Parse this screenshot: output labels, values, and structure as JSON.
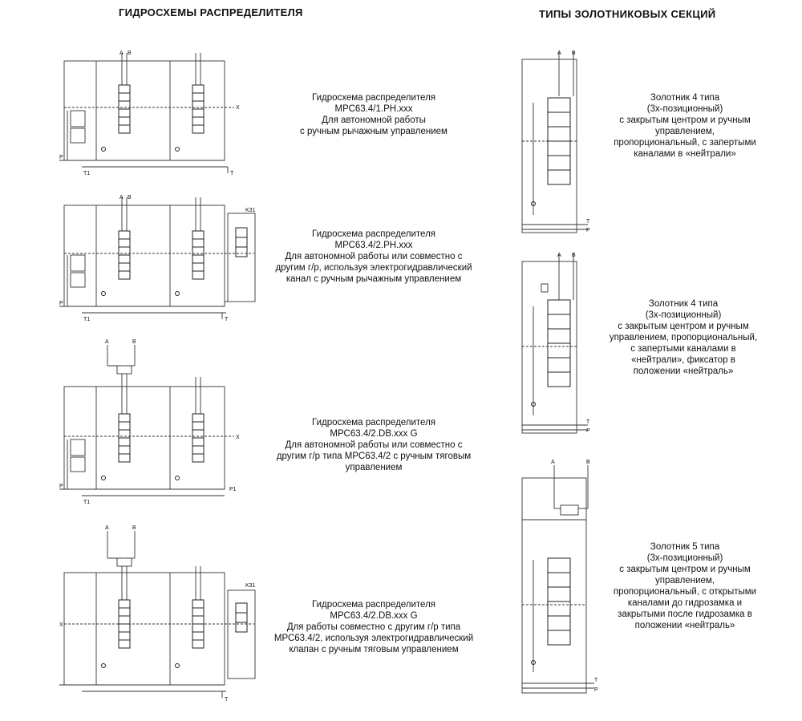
{
  "left_heading": "ГИДРОСХЕМЫ РАСПРЕДЕЛИТЕЛЯ",
  "right_heading": "ТИПЫ ЗОЛОТНИКОВЫХ СЕКЦИЙ",
  "ports": {
    "a": "A",
    "b": "B",
    "x": "X",
    "p": "P",
    "t": "T",
    "t1": "T1",
    "p1": "P1",
    "k31": "K31"
  },
  "schemes": [
    {
      "lines": [
        "Гидросхема распределителя",
        "МРС63.4/1.PH.xxx",
        "Для автономной работы",
        "с ручным рычажным управлением"
      ]
    },
    {
      "lines": [
        "Гидросхема распределителя",
        "МРС63.4/2.PH.xxx",
        "Для автономной работы или совместно с",
        "другим г/р, используя электрогидравлический",
        "канал с ручным рычажным управлением"
      ]
    },
    {
      "lines": [
        "Гидросхема распределителя",
        "МРС63.4/2.DB.xxx G",
        "Для автономной работы или совместно с",
        "другим г/р типа МРС63.4/2 с ручным тяговым",
        "управлением"
      ]
    },
    {
      "lines": [
        "Гидросхема распределителя",
        "МРС63.4/2.DB.xxx G",
        "Для работы совместно с другим г/р типа",
        "МРС63.4/2, используя электрогидравлический",
        "клапан с ручным тяговым управлением"
      ]
    }
  ],
  "spools": [
    {
      "lines": [
        "Золотник 4 типа",
        "(3х-позиционный)",
        "с закрытым центром и ручным",
        "управлением,",
        "пропорциональный, с запертыми",
        "каналами в «нейтрали»"
      ]
    },
    {
      "lines": [
        "Золотник 4 типа",
        "(3х-позиционный)",
        "с закрытым центром и ручным",
        "управлением, пропорциональный,",
        "с запертыми каналами в",
        "«нейтрали», фиксатор в",
        "положении «нейтраль»"
      ]
    },
    {
      "lines": [
        "Золотник 5 типа",
        "(3х-позиционный)",
        "с закрытым центром и ручным",
        "управлением,",
        "пропорциональный, с открытыми",
        "каналами до гидрозамка и",
        "закрытыми после гидрозамка в",
        "положении «нейтраль»"
      ]
    }
  ]
}
